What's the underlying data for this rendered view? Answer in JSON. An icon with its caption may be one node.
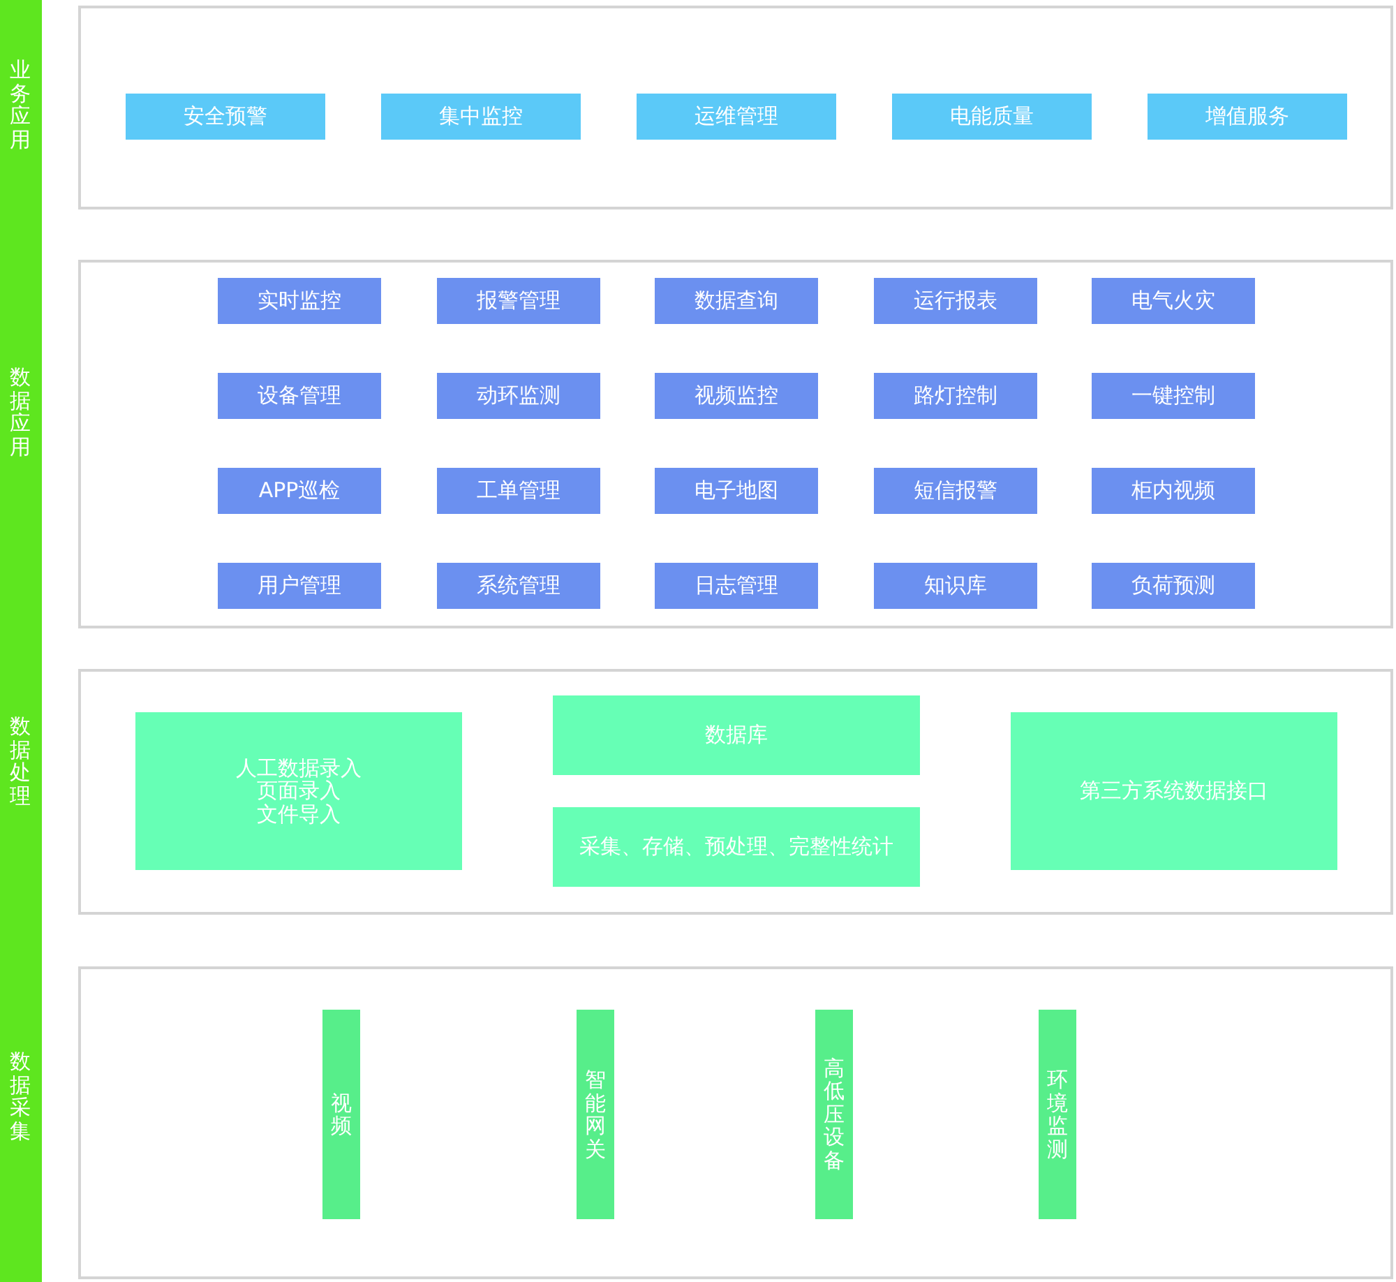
{
  "diagram": {
    "nodes": [
      {
        "text": [],
        "shape": "box",
        "beside": [
          "业务应用"
        ]
      },
      {
        "text": [
          "安全预警"
        ],
        "in": 0
      },
      {
        "text": [
          "集中监控"
        ],
        "in": 0
      },
      {
        "text": [
          "运维管理"
        ],
        "in": 0
      },
      {
        "text": [
          "电能质量"
        ],
        "in": 0
      },
      {
        "text": [
          "增值服务"
        ],
        "in": 0
      },
      {
        "text": [],
        "shape": "box",
        "beside": [
          "数据应用"
        ]
      },
      {
        "text": [
          "实时监控"
        ],
        "in": 6
      },
      {
        "text": [
          "报警管理"
        ],
        "in": 6
      },
      {
        "text": [
          "数据查询"
        ],
        "in": 6
      },
      {
        "text": [
          "运行报表"
        ],
        "in": 6
      },
      {
        "text": [
          "电气火灾"
        ],
        "in": 6
      },
      {
        "text": [
          "设备管理"
        ],
        "in": 6
      },
      {
        "text": [
          "动环监测"
        ],
        "in": 6
      },
      {
        "text": [
          "视频监控"
        ],
        "in": 6
      },
      {
        "text": [
          "路灯控制"
        ],
        "in": 6
      },
      {
        "text": [
          "一键控制"
        ],
        "in": 6
      },
      {
        "text": [
          "APP巡检"
        ],
        "in": 6
      },
      {
        "text": [
          "工单管理"
        ],
        "in": 6
      },
      {
        "text": [
          "电子地图"
        ],
        "in": 6
      },
      {
        "text": [
          "短信报警"
        ],
        "in": 6
      },
      {
        "text": [
          "柜内视频"
        ],
        "in": 6
      },
      {
        "text": [
          "用户管理"
        ],
        "in": 6
      },
      {
        "text": [
          "系统管理"
        ],
        "in": 6
      },
      {
        "text": [
          "日志管理"
        ],
        "in": 6
      },
      {
        "text": [
          "知识库"
        ],
        "in": 6
      },
      {
        "text": [
          "负荷预测"
        ],
        "in": 6
      },
      {
        "text": [],
        "shape": "box",
        "beside": [
          "数据处理"
        ]
      },
      {
        "text": [
          "人工数据录入",
          "页面录入",
          "文件导入"
        ],
        "in": 27
      },
      {
        "text": [
          "数据库"
        ],
        "in": 27
      },
      {
        "text": [
          "采集、存储、预处理、完整性统计"
        ],
        "in": 27
      },
      {
        "text": [
          "第三方系统数据接口"
        ],
        "in": 27
      },
      {
        "text": [],
        "shape": "box",
        "beside": [
          "数据采集"
        ]
      },
      {
        "text": [
          "视频"
        ],
        "in": 32
      },
      {
        "text": [
          "智能网关"
        ],
        "in": 32
      },
      {
        "text": [
          "高低压设备"
        ],
        "in": 32
      },
      {
        "text": [
          "环境监测"
        ],
        "in": 32
      }
    ]
  }
}
